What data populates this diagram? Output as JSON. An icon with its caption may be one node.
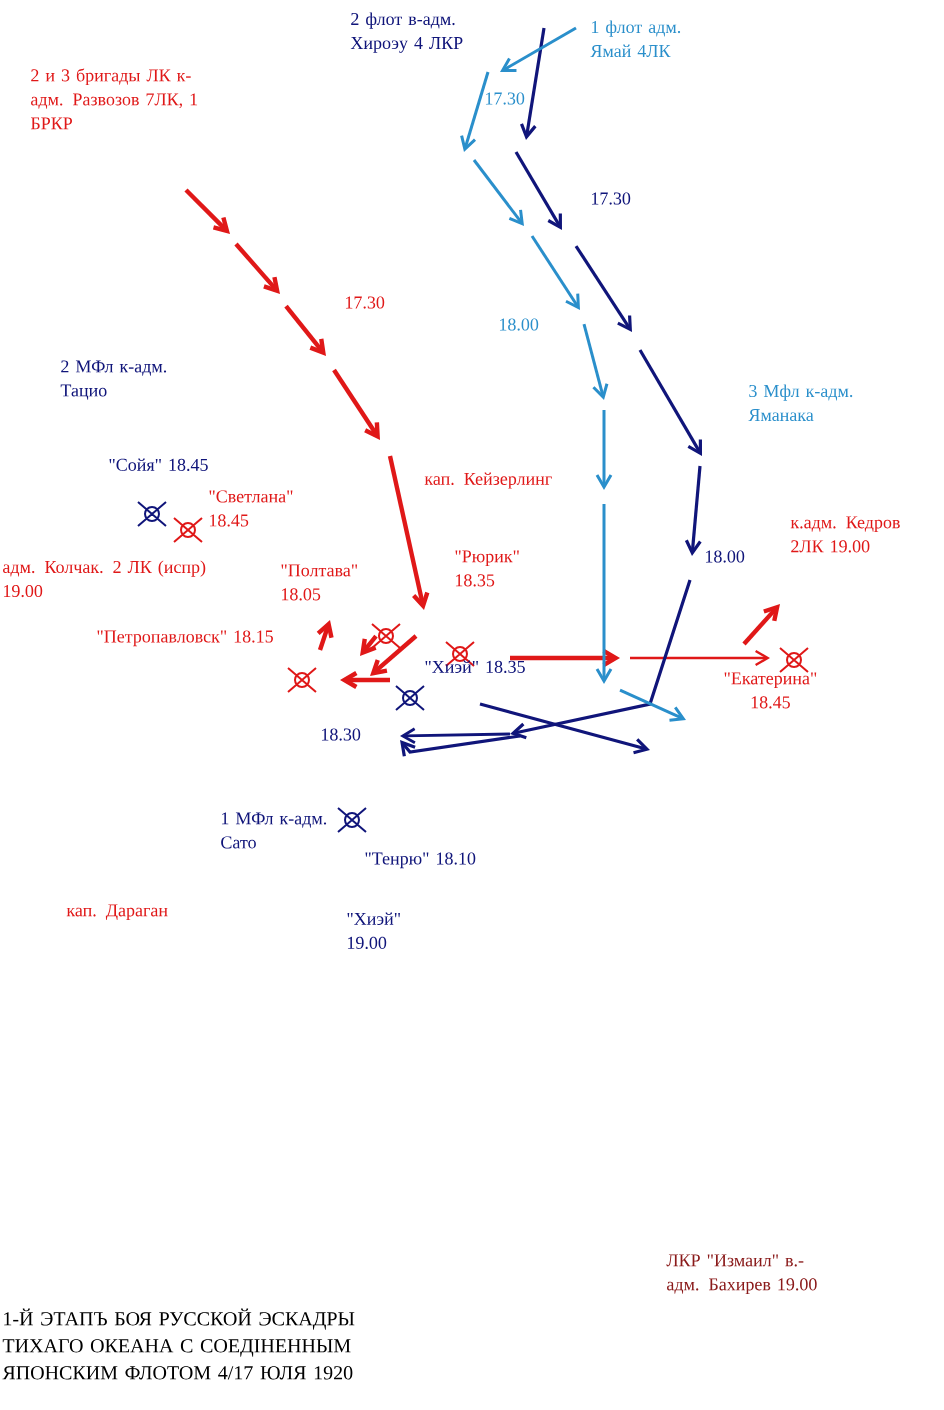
{
  "diagram": {
    "title": "1-Й ЭТАПЪ БОЯ РУССКОЙ ЭСКАДРЫ ТИХАГО ОКЕАНА С СОЕДІНЕННЫМ ЯПОНСКИМ ФЛОТОМ 4/17 ЮЛЯ 1920",
    "labels": [
      "2 флот в-адм. Хироэу 4 ЛКР",
      "1 флот адм. Ямай 4ЛК",
      "2 и 3 бригады ЛК к-адм. Развозов 7ЛК, 1 БРКР",
      "17.30",
      "17.30",
      "17.30",
      "18.00",
      "2 МФл к-адм. Тацио",
      "3 Мфл к-адм. Яманака",
      "кап. Кейзерлинг",
      "\"Сойя\" 18.45",
      "\"Светлана\" 18.45",
      "адм. Колчак. 2 ЛК (испр) 19.00",
      "\"Полтава\" 18.05",
      "\"Рюрик\" 18.35",
      "18.00",
      "к.адм. Кедров 2ЛК 19.00",
      "\"Петропавловск\" 18.15",
      "\"Хиэй\" 18.35",
      "\"Екатерина\" 18.45",
      "18.30",
      "1 МФл к-адм. Сато",
      "\"Тенрю\" 18.10",
      "кап. Дараган",
      "\"Хиэй\" 19.00",
      "ЛКР \"Измаил\" в.-адм. Бахирев 19.00"
    ]
  }
}
